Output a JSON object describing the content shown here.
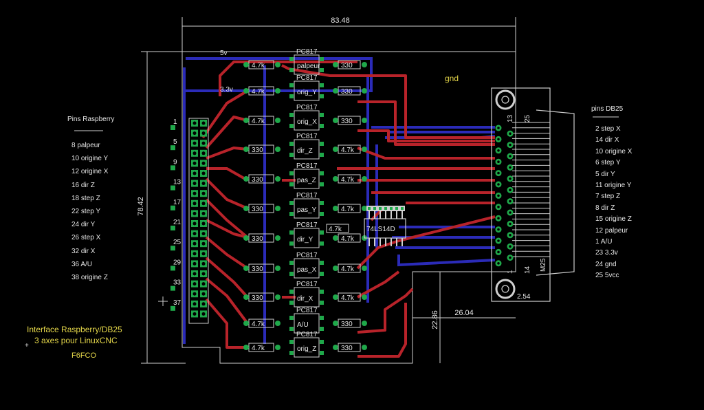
{
  "dimensions": {
    "width": "83.48",
    "height": "78.42",
    "sub_height": "22.86",
    "sub_width": "26.04",
    "corner": "2.54"
  },
  "net_labels": {
    "v5": "5v",
    "v33": "3.3v",
    "gnd": "gnd"
  },
  "raspberry": {
    "title": "Pins Raspberry",
    "pins": [
      "8 palpeur",
      "10 origine Y",
      "12 origine X",
      "16 dir Z",
      "18 step Z",
      "22 step Y",
      "24 dir Y",
      "26 step X",
      "32 dir X",
      "36 A/U",
      "38 origine Z"
    ],
    "header_numbers": [
      "1",
      "5",
      "9",
      "13",
      "17",
      "21",
      "25",
      "29",
      "33",
      "37"
    ]
  },
  "db25": {
    "title": "pins DB25",
    "pins": [
      "2 step X",
      "14 dir X",
      "10 origine X",
      "6 step Y",
      "5 dir Y",
      "11 origine Y",
      "7 step Z",
      "8 dir Z",
      "15 origine Z",
      "12 palpeur",
      "1 A/U",
      "23 3.3v",
      "24 gnd",
      "25 5vcc"
    ],
    "connector_numbers": [
      "13",
      "25",
      "14",
      "1"
    ],
    "part": "M25"
  },
  "board": {
    "title_line1": "Interface Raspberry/DB25",
    "title_line2": "3 axes pour LinuxCNC",
    "author": "F6FCO"
  },
  "parts": {
    "optocoupler": "PC817",
    "ic": "74LS14D",
    "r47k": "4.7k",
    "r330": "330",
    "r47k_alt": "4.7k"
  },
  "opto_labels": [
    "palpeur",
    "orig_Y",
    "orig_X",
    "dir_Z",
    "pas_Z",
    "pas_Y",
    "dir_Y",
    "pas_X",
    "dir_X",
    "A/U",
    "orig_Z"
  ],
  "left_resistors": [
    "4.7k",
    "4.7k",
    "4.7k",
    "330",
    "330",
    "330",
    "330",
    "330",
    "330",
    "4.7k",
    "4.7k"
  ],
  "right_resistors": [
    "330",
    "330",
    "330",
    "4.7k",
    "4.7k",
    "4.7k",
    "4.7k",
    "4.7k",
    "4.7k",
    "330",
    "330"
  ],
  "colors": {
    "top_trace": "#b8232a",
    "bottom_trace": "#2b2bb8",
    "pad": "#1fa84a",
    "outline": "#cfcfcf",
    "label": "#e6d84a"
  }
}
